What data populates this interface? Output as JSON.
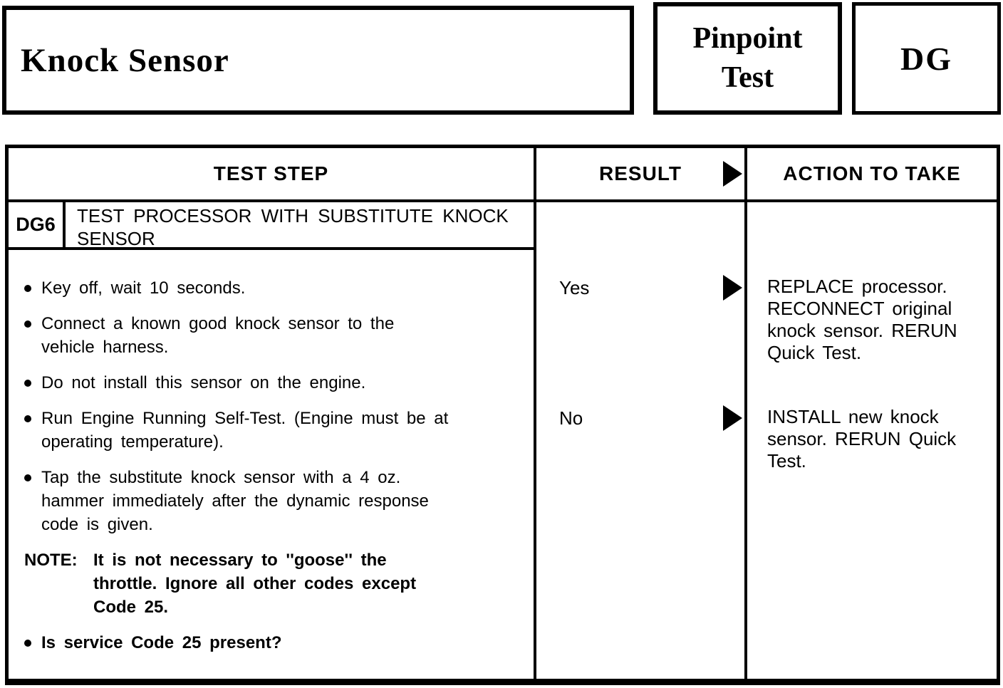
{
  "header": {
    "component_title": "Knock Sensor",
    "doc_type_line1": "Pinpoint",
    "doc_type_line2": "Test",
    "test_code": "DG"
  },
  "table": {
    "col_test_step": "TEST STEP",
    "col_result": "RESULT",
    "col_action": "ACTION TO TAKE",
    "step_id": "DG6",
    "step_title": "TEST PROCESSOR WITH SUBSTITUTE KNOCK\nSENSOR",
    "bullets": [
      {
        "text": "Key off, wait 10 seconds."
      },
      {
        "text": "Connect a known good knock sensor to the\nvehicle harness."
      },
      {
        "text": "Do not install this sensor on the engine."
      },
      {
        "text": "Run Engine Running Self-Test. (Engine must be at\noperating temperature)."
      },
      {
        "text": "Tap the substitute knock sensor with a 4 oz.\nhammer immediately after the dynamic response\ncode is given."
      }
    ],
    "note_label": "NOTE:",
    "note_text": "It is not necessary to ''goose'' the\nthrottle. Ignore all other codes except\nCode 25.",
    "question": "Is service Code 25 present?",
    "results": [
      {
        "label": "Yes",
        "action": "REPLACE processor.\nRECONNECT original\nknock sensor. RERUN\nQuick Test."
      },
      {
        "label": "No",
        "action": "INSTALL new knock\nsensor. RERUN Quick\nTest."
      }
    ]
  }
}
